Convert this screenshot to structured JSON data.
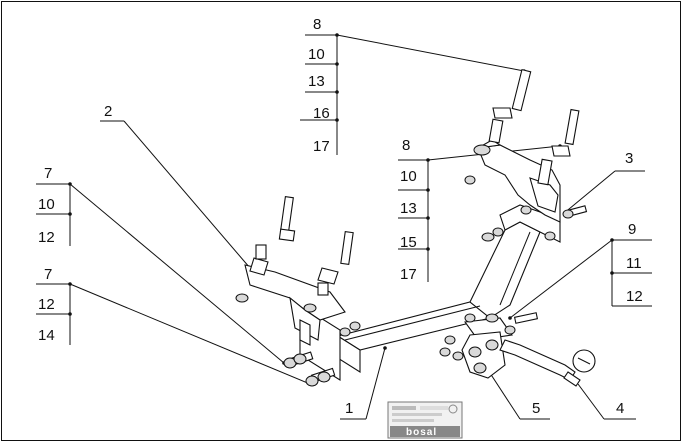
{
  "labels": {
    "c8_top": [
      "8",
      "10",
      "13",
      "16",
      "17"
    ],
    "c8_mid": [
      "8",
      "10",
      "13",
      "15",
      "17"
    ],
    "c7_a": [
      "7",
      "10",
      "12"
    ],
    "c7_b": [
      "7",
      "12",
      "14"
    ],
    "c9": [
      "9",
      "11",
      "12"
    ],
    "p1": "1",
    "p2": "2",
    "p3": "3",
    "p4": "4",
    "p5": "5"
  },
  "plate": {
    "logo": "bosal"
  }
}
